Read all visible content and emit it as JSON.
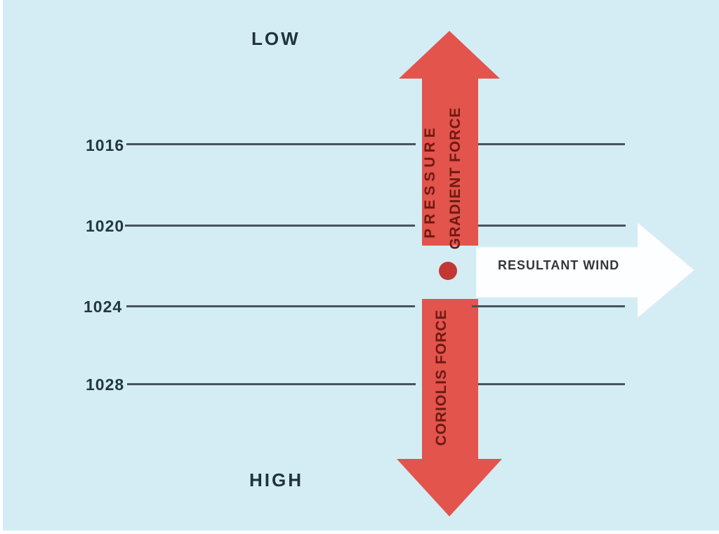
{
  "page": {
    "background_color": "#d4edf5"
  },
  "diagram": {
    "low_label": "LOW",
    "high_label": "HIGH",
    "isobars": [
      {
        "value": "1016"
      },
      {
        "value": "1020"
      },
      {
        "value": "1024"
      },
      {
        "value": "1028"
      }
    ],
    "pressure_gradient_arrow": {
      "line1": "PRESSURE",
      "line2": "GRADIENT FORCE",
      "direction": "up",
      "color": "#e2544c"
    },
    "coriolis_arrow": {
      "label": "CORIOLIS FORCE",
      "direction": "down",
      "color": "#e2544c"
    },
    "resultant_wind_arrow": {
      "label": "RESULTANT WIND",
      "direction": "right",
      "color": "#fdfeff"
    },
    "station_dot": {
      "color": "#c23733"
    },
    "line_color": "#47545c"
  }
}
